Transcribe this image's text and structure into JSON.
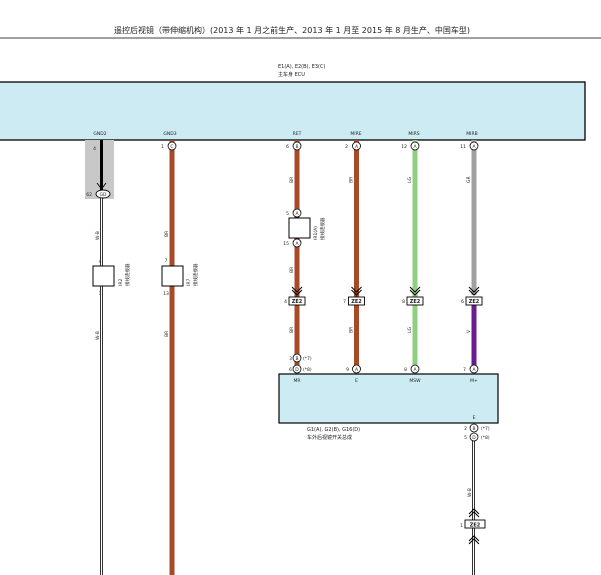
{
  "title": "遥控后视镜（带伸缩机构）(2013 年 1 月之前生产、2013 年 1 月至 2015 年 8 月生产、中国车型)",
  "colors": {
    "ecu_fill": "#cdebf2",
    "switch_fill": "#cdebf2",
    "ground_shade": "#c8c8c8",
    "wire_brown": "#a94a26",
    "wire_green": "#8fcf7f",
    "wire_gray": "#a0a0a0",
    "wire_purple": "#6b1b8c",
    "wire_white": "#ffffff",
    "outline": "#000000"
  },
  "ecu": {
    "connector_ids": "E1(A), E2(B), E3(C)",
    "name": "主车身 ECU",
    "pins": [
      {
        "name": "GND2",
        "pin": "4",
        "conn": ""
      },
      {
        "name": "GND3",
        "pin": "1",
        "conn": "C"
      },
      {
        "name": "RET",
        "pin": "6",
        "conn": "B"
      },
      {
        "name": "MIRE",
        "pin": "2",
        "conn": "A"
      },
      {
        "name": "MIRS",
        "pin": "12",
        "conn": "A"
      },
      {
        "name": "MIRB",
        "pin": "11",
        "conn": "A"
      }
    ]
  },
  "ground_point": {
    "number": "62",
    "id": "GD"
  },
  "wire_codes": {
    "w_white_upper": "W-B",
    "w_white_lower": "W-B",
    "w_brown_gnd3_upper": "BR",
    "w_brown_gnd3_lower": "BR",
    "w_ret_1": "BR",
    "w_ret_2": "BR",
    "w_ret_3": "BR",
    "w_mire_1": "BR",
    "w_mire_2": "BR",
    "w_mirs_1": "LG",
    "w_mirs_2": "LG",
    "w_mirb_1": "GR",
    "w_mirb_2": "V",
    "w_e_lower": "W-B"
  },
  "junctions": {
    "ir2": {
      "id": "IR2",
      "label": "接线连接器",
      "pin_top": "4",
      "pin_bottom": "1"
    },
    "ir7": {
      "id": "IR7",
      "label": "接线连接器",
      "pin_top": "7",
      "pin_bottom": "13"
    },
    "ir1": {
      "id": "IR1(A)",
      "label": "接线连接器",
      "pin_top": "5",
      "pin_bottom": "15",
      "conn": "A"
    }
  },
  "ze2_connectors": [
    {
      "label": "ZE2",
      "pin": "4"
    },
    {
      "label": "ZE2",
      "pin": "7"
    },
    {
      "label": "ZE2",
      "pin": "8"
    },
    {
      "label": "ZE2",
      "pin": "6"
    }
  ],
  "ze2_bottom": {
    "label": "ZE2",
    "pin": "1"
  },
  "switch": {
    "ids": "G1(A), G2(B), G16(D)",
    "name": "车外后视镜开关总成",
    "pins": [
      {
        "name": "MR",
        "pin_a": "3",
        "conn_a": "B",
        "note_a": "(*7)",
        "pin_b": "6",
        "conn_b": "D",
        "note_b": "(*8)"
      },
      {
        "name": "E",
        "pin": "9",
        "conn": "A"
      },
      {
        "name": "MSW",
        "pin": "8",
        "conn": "A"
      },
      {
        "name": "M+",
        "pin": "7",
        "conn": "A"
      }
    ],
    "e_bottom": {
      "name": "E",
      "pin_a": "2",
      "conn_a": "B",
      "note_a": "(*7)",
      "pin_b": "5",
      "conn_b": "D",
      "note_b": "(*8)"
    }
  }
}
